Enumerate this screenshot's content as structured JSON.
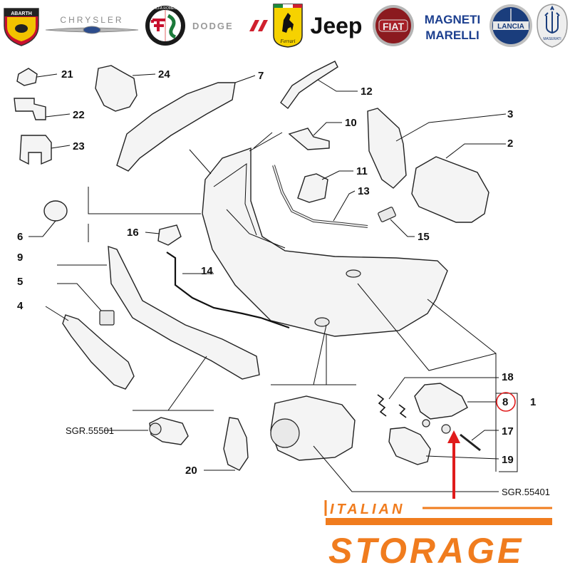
{
  "brands": [
    {
      "id": "abarth",
      "label": "ABARTH"
    },
    {
      "id": "chrysler",
      "label": "CHRYSLER"
    },
    {
      "id": "alfa-romeo",
      "label": "ALFA ROMEO"
    },
    {
      "id": "dodge",
      "label": "DODGE"
    },
    {
      "id": "ferrari",
      "label": "Ferrari"
    },
    {
      "id": "jeep",
      "label": "Jeep"
    },
    {
      "id": "fiat",
      "label": "FIAT"
    },
    {
      "id": "magneti-marelli",
      "label": "MAGNETI MARELLI"
    },
    {
      "id": "lancia",
      "label": "LANCIA"
    },
    {
      "id": "maserati",
      "label": "MASERATI"
    }
  ],
  "callouts": {
    "n1": "1",
    "n2": "2",
    "n3": "3",
    "n4": "4",
    "n5": "5",
    "n6": "6",
    "n7": "7",
    "n8": "8",
    "n9": "9",
    "n10": "10",
    "n11": "11",
    "n12": "12",
    "n13": "13",
    "n14": "14",
    "n15": "15",
    "n16": "16",
    "n17": "17",
    "n18": "18",
    "n19": "19",
    "n20": "20",
    "n21": "21",
    "n22": "22",
    "n23": "23",
    "n24": "24"
  },
  "references": {
    "sensor": "SGR.55501",
    "fog_lamp": "SGR.55401"
  },
  "highlight": {
    "part": "8",
    "color": "#e01b1b"
  },
  "footer_logo": {
    "line1": "ITALIAN",
    "line2": "STORAGE",
    "color": "#f07c1e"
  }
}
